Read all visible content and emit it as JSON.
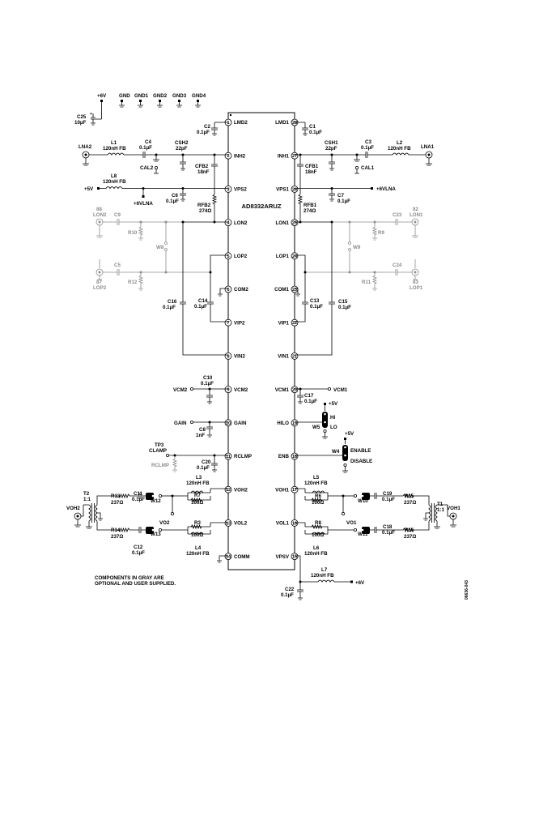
{
  "chip": {
    "part": "AD8332ARUZ",
    "pins": [
      {
        "n": "1",
        "name": "LMD2"
      },
      {
        "n": "2",
        "name": "INH2"
      },
      {
        "n": "3",
        "name": "VPS2"
      },
      {
        "n": "4",
        "name": "LON2"
      },
      {
        "n": "5",
        "name": "LOP2"
      },
      {
        "n": "6",
        "name": "COM2"
      },
      {
        "n": "7",
        "name": "VIP2"
      },
      {
        "n": "8",
        "name": "VIN2"
      },
      {
        "n": "9",
        "name": "VCM2"
      },
      {
        "n": "10",
        "name": "GAIN"
      },
      {
        "n": "11",
        "name": "RCLMP"
      },
      {
        "n": "12",
        "name": "VOH2"
      },
      {
        "n": "13",
        "name": "VOL2"
      },
      {
        "n": "14",
        "name": "COMM"
      },
      {
        "n": "28",
        "name": "LMD1"
      },
      {
        "n": "27",
        "name": "INH1"
      },
      {
        "n": "26",
        "name": "VPS1"
      },
      {
        "n": "25",
        "name": "LON1"
      },
      {
        "n": "24",
        "name": "LOP1"
      },
      {
        "n": "23",
        "name": "COM1"
      },
      {
        "n": "22",
        "name": "VIP1"
      },
      {
        "n": "21",
        "name": "VIN1"
      },
      {
        "n": "20",
        "name": "VCM1"
      },
      {
        "n": "19",
        "name": "HILO"
      },
      {
        "n": "18",
        "name": "ENB"
      },
      {
        "n": "17",
        "name": "VOH1"
      },
      {
        "n": "16",
        "name": "VOL1"
      },
      {
        "n": "15",
        "name": "VPSV"
      }
    ]
  },
  "labels": {
    "supply": {
      "p6v": "+6V",
      "gnd": "GND",
      "gnd1": "GND1",
      "gnd2": "GND2",
      "gnd3": "GND3",
      "gnd4": "GND4"
    },
    "c25": "C25",
    "c25v": "10µF",
    "c2": "C2",
    "c2v": "0.1µF",
    "c1": "C1",
    "c1v": "0.1µF",
    "lna2": "LNA2",
    "lna1": "LNA1",
    "l1": "L1",
    "l1v": "120nH FB",
    "c4": "C4",
    "c4v": "0.1µF",
    "csh2": "CSH2",
    "csh2v": "22pF",
    "cal2": "CAL2",
    "csh1": "CSH1",
    "csh1v": "22pF",
    "c3": "C3",
    "c3v": "0.1µF",
    "l2": "L2",
    "l2v": "120nH FB",
    "cal1": "CAL1",
    "cfb2": "CFB2",
    "cfb2v": "18nF",
    "cfb1": "CFB1",
    "cfb1v": "18nF",
    "l8": "L8",
    "l8v": "120nH FB",
    "p5v": "+5V",
    "p6vlna": "+6VLNA",
    "p6vlna_r": "+6VLNA",
    "c6": "C6",
    "c6v": "0.1µF",
    "c7": "C7",
    "c7v": "0.1µF",
    "rfb2": "RFB2",
    "rfb2v": "274Ω",
    "rfb1": "RFB1",
    "rfb1v": "274Ω",
    "lon2": "LON2",
    "n88": "88",
    "c9": "C9",
    "r10": "R10",
    "w8": "W8",
    "lon1": "LON1",
    "n82": "82",
    "c23": "C23",
    "r9": "R9",
    "w9": "W9",
    "lop2": "LOP2",
    "n87": "87",
    "c5": "C5",
    "r12": "R12",
    "lop1": "LOP1",
    "n83": "83",
    "c24": "C24",
    "r11": "R11",
    "c16": "C16",
    "c16v": "0.1µF",
    "c14": "C14",
    "c14v": "0.1µF",
    "c13": "C13",
    "c13v": "0.1µF",
    "c15": "C15",
    "c15v": "0.1µF",
    "c10": "C10",
    "c10v": "0.1µF",
    "vcm2": "VCM2",
    "c17": "C17",
    "c17v": "0.1µF",
    "vcm1": "VCM1",
    "gain": "GAIN",
    "c8": "C8",
    "c8v": "1nF",
    "hilo_p5v": "+5V",
    "hi": "HI",
    "lo": "LO",
    "w5": "W5",
    "enb_p5v": "+5V",
    "w4": "W4",
    "enable": "ENABLE",
    "disable": "DISABLE",
    "tp3": "TP3",
    "clamp": "CLAMP",
    "rclmp": "RCLMP",
    "c20": "C20",
    "c20v": "0.1µF",
    "l3": "L3",
    "l3v": "120nH FB",
    "r7": "R7",
    "r7v": "100Ω",
    "r3": "R3",
    "r3v": "100Ω",
    "l4": "L4",
    "l4v": "120nH FB",
    "l5": "L5",
    "l5v": "120nH FB",
    "r6": "R6",
    "r6v": "100Ω",
    "r8": "R8",
    "r8v": "100Ω",
    "l6": "L6",
    "l6v": "120nH FB",
    "t2": "T2",
    "t2r": "1:1",
    "voh2": "VOH2",
    "r13": "R13",
    "r13v": "237Ω",
    "c11": "C11",
    "c11v": "0.1µF",
    "w12": "W12",
    "r14": "R14",
    "r14v": "237Ω",
    "c12": "C12",
    "c12v": "0.1µF",
    "w13": "W13",
    "vo2": "VO2",
    "t1": "T1",
    "t1r": "1:1",
    "voh1": "VOH1",
    "r15": "R15",
    "r15v": "237Ω",
    "c19": "C19",
    "c19v": "0.1µF",
    "w10": "W10",
    "r16": "R16",
    "r16v": "237Ω",
    "c18": "C18",
    "c18v": "0.1µF",
    "w11": "W11",
    "vo1": "VO1",
    "l7": "L7",
    "l7v": "120nH FB",
    "vpsv_p6v": "+6V",
    "c22": "C22",
    "c22v": "0.1µF",
    "note1": "COMPONENTS IN GRAY ARE",
    "note2": "OPTIONAL AND USER SUPPLIED.",
    "figcode": "06636-043"
  }
}
